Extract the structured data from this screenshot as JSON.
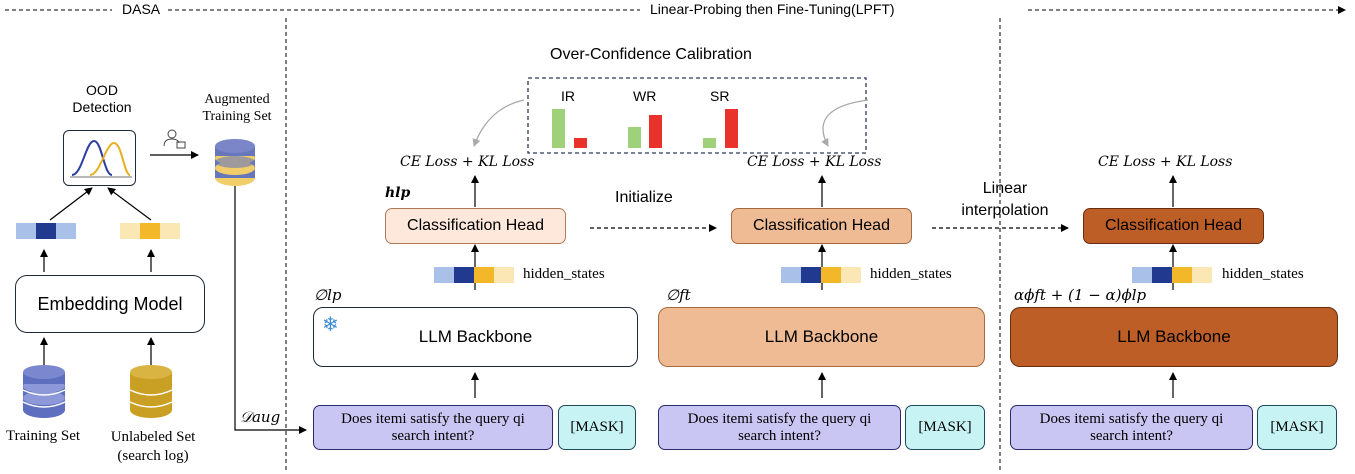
{
  "sections": {
    "dasa": "DASA",
    "lpft": "Linear-Probing then Fine-Tuning(LPFT)"
  },
  "ood": {
    "label_line1": "OOD",
    "label_line2": "Detection"
  },
  "augmented": {
    "label_line1": "Augmented",
    "label_line2": "Training Set"
  },
  "embedding_model": "Embedding Model",
  "training_set": "Training Set",
  "unlabeled_set_line1": "Unlabeled Set",
  "unlabeled_set_line2": "(search log)",
  "d_aug": "𝒟aug",
  "calibration": {
    "title": "Over-Confidence Calibration",
    "groups": [
      "IR",
      "WR",
      "SR"
    ]
  },
  "loss_label": "CE Loss + KL Loss",
  "initialize": "Initialize",
  "linear_interp_line1": "Linear",
  "linear_interp_line2": "interpolation",
  "h_lp": "hlp",
  "classification_head": "Classification Head",
  "hidden_states": "hidden_states",
  "llm_backbone": "LLM Backbone",
  "phi_lp": "∅lp",
  "phi_ft": "∅ft",
  "interp_formula": "αϕft + (1 − α)ϕlp",
  "prompt_line1": "Does itemi satisfy the query qi",
  "prompt_line2": "search intent?",
  "mask": "[MASK]",
  "snowflake": "❄",
  "colors": {
    "head_1": "#fde8db",
    "head_2": "#eebb95",
    "head_3": "#bd5e27",
    "backbone_2": "#eebb95",
    "backbone_3": "#bd5e27",
    "prompt": "#c9c6f3",
    "mask": "#c7f3f4",
    "bar_green": "#9fd07a",
    "bar_red": "#e8322b"
  }
}
